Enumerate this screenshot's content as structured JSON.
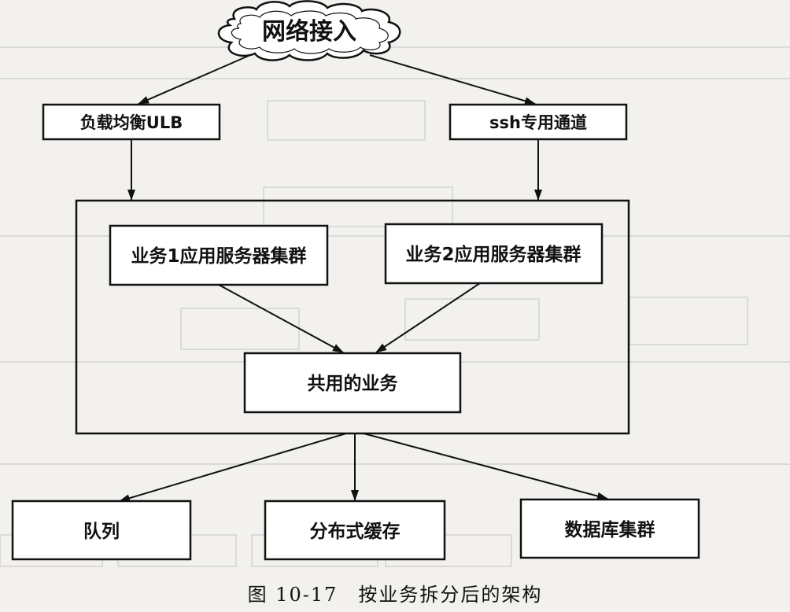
{
  "diagram": {
    "source": "网络接入",
    "entry_left": "负载均衡ULB",
    "entry_right": "ssh专用通道",
    "service_1": "业务1应用服务器集群",
    "service_2": "业务2应用服务器集群",
    "shared": "共用的业务",
    "queue": "队列",
    "cache": "分布式缓存",
    "database": "数据库集群"
  },
  "caption": "图 10-17　按业务拆分后的架构"
}
